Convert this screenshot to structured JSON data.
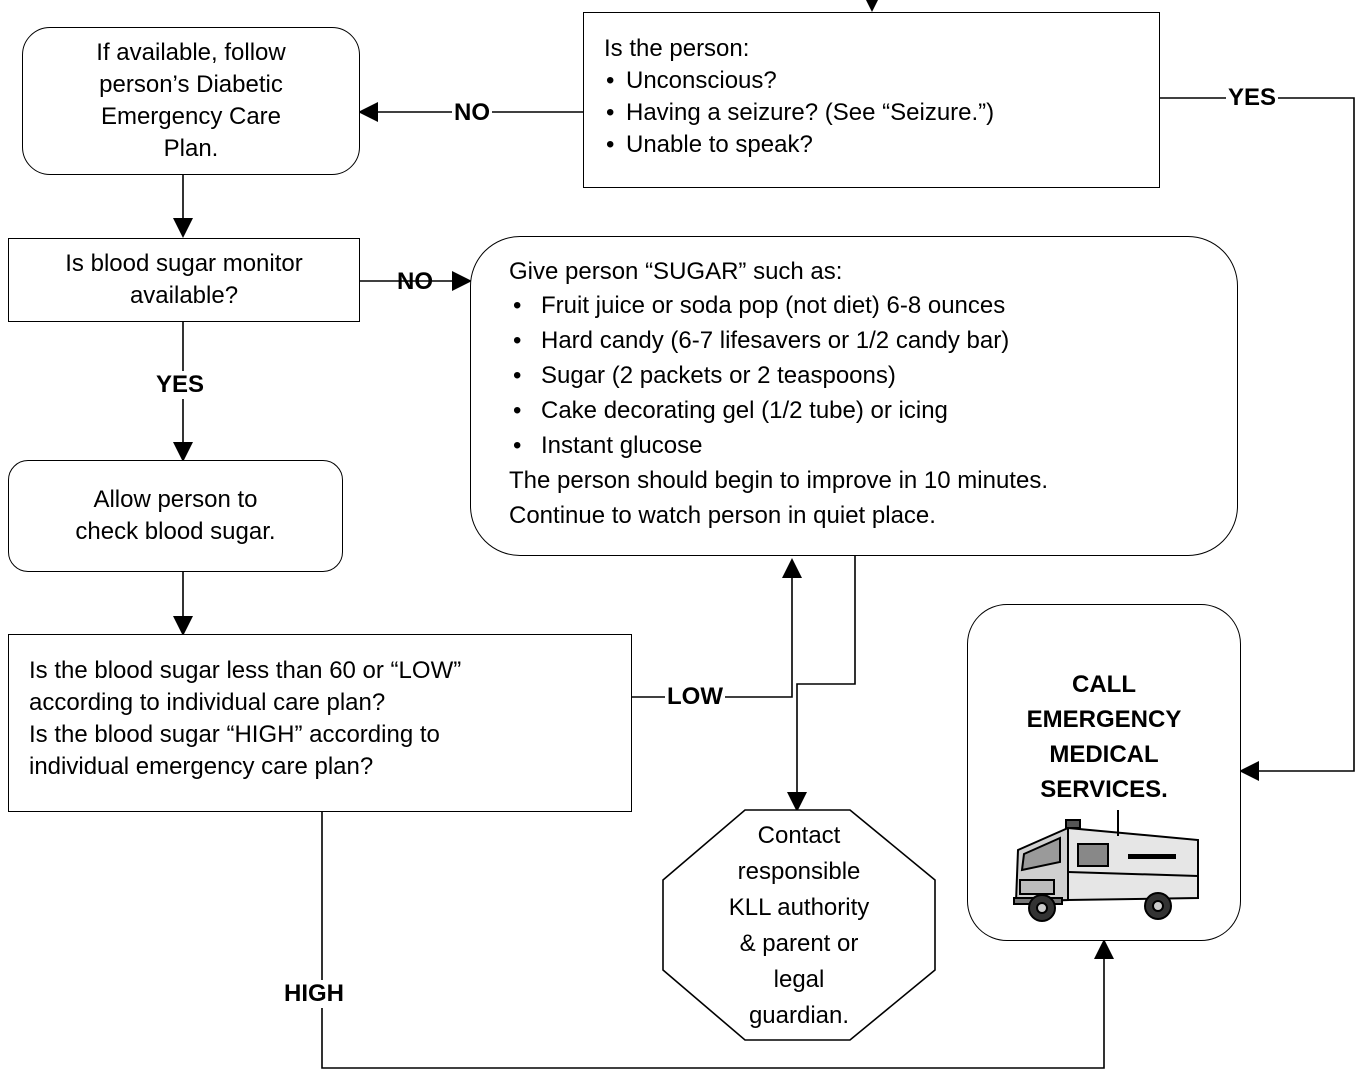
{
  "nodes": {
    "screen_question": {
      "intro": "Is the person:",
      "items": [
        "Unconscious?",
        "Having a seizure?  (See “Seizure.”)",
        "Unable to speak?"
      ]
    },
    "follow_plan": {
      "lines": [
        "If available, follow",
        "person’s Diabetic",
        "Emergency Care",
        "Plan."
      ]
    },
    "monitor_question": {
      "lines": [
        "Is blood sugar monitor",
        "available?"
      ]
    },
    "give_sugar": {
      "intro": "Give person “SUGAR” such as:",
      "items": [
        "Fruit juice or soda pop (not diet) 6-8 ounces",
        "Hard candy (6-7 lifesavers or 1/2 candy bar)",
        "Sugar (2 packets or 2 teaspoons)",
        "Cake decorating gel (1/2 tube) or icing",
        "Instant glucose"
      ],
      "note_lines": [
        "The person should begin to improve in 10 minutes.",
        "Continue to watch person in quiet place."
      ]
    },
    "check_sugar": {
      "lines": [
        "Allow person to",
        "check blood sugar."
      ]
    },
    "level_question": {
      "lines": [
        "Is the blood sugar less than 60 or “LOW”",
        "according to individual care plan?",
        "Is the blood sugar “HIGH” according to",
        "individual emergency care plan?"
      ]
    },
    "contact_authority": {
      "lines": [
        "Contact",
        "responsible",
        "KLL authority",
        "& parent or",
        "legal",
        "guardian."
      ]
    },
    "call_ems": {
      "lines": [
        "CALL",
        "EMERGENCY",
        "MEDICAL",
        "SERVICES."
      ]
    }
  },
  "edge_labels": {
    "no_1": "NO",
    "yes_1": "YES",
    "no_2": "NO",
    "yes_2": "YES",
    "low": "LOW",
    "high": "HIGH"
  },
  "icons": {
    "ambulance": "ambulance-icon"
  },
  "colors": {
    "line": "#000000",
    "box_fill": "#ffffff",
    "background": "#ffffff"
  }
}
